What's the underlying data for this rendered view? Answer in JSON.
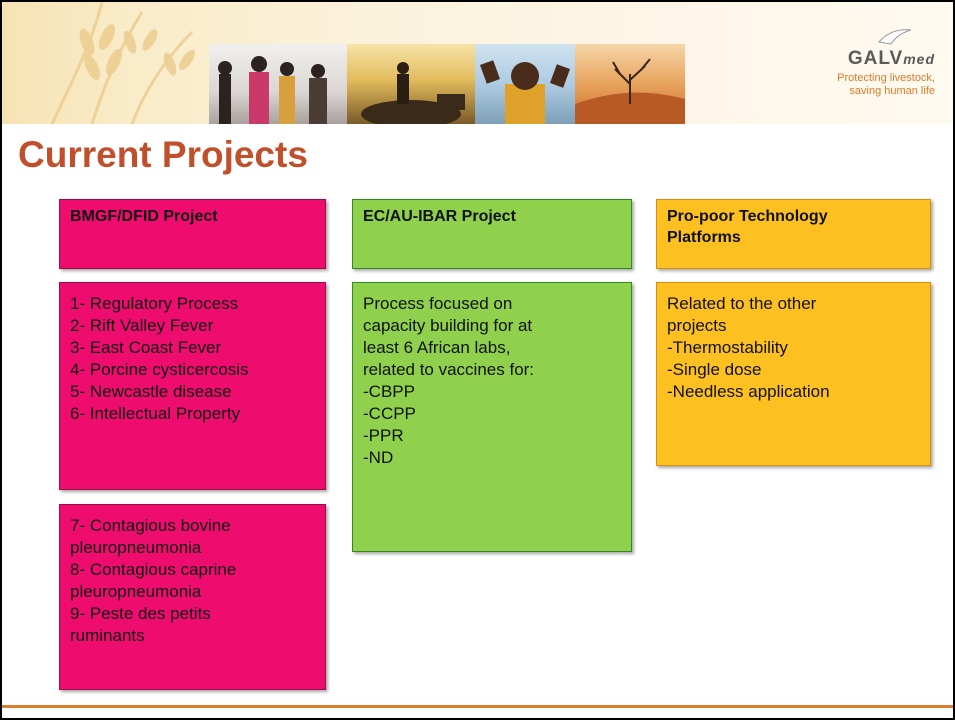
{
  "header": {
    "logo_name": "GALV",
    "logo_suffix": "med",
    "tagline": "Protecting livestock,\nsaving human life",
    "photos": [
      "people-photo",
      "rider-photo",
      "child-photo",
      "desert-tree-photo"
    ]
  },
  "title": "Current Projects",
  "columns": [
    {
      "header": "BMGF/DFID Project",
      "boxes": [
        "1- Regulatory Process\n2- Rift Valley Fever\n3- East Coast Fever\n4- Porcine cysticercosis\n5- Newcastle disease\n6- Intellectual Property",
        "7- Contagious bovine\npleuropneumonia\n8- Contagious caprine\npleuropneumonia\n9- Peste des petits\nruminants"
      ]
    },
    {
      "header": "EC/AU-IBAR Project",
      "boxes": [
        "Process focused on\ncapacity building for at\nleast 6 African labs,\nrelated to vaccines for:\n-CBPP\n-CCPP\n-PPR\n-ND"
      ]
    },
    {
      "header": "Pro-poor Technology\nPlatforms",
      "boxes": [
        "Related to the other\nprojects\n-Thermostability\n-Single dose\n-Needless application"
      ]
    }
  ],
  "colors": {
    "pink": "#ee0d6e",
    "green": "#8fd04c",
    "orange": "#fcc021",
    "title": "#c0502c",
    "accent": "#e07b2a"
  }
}
